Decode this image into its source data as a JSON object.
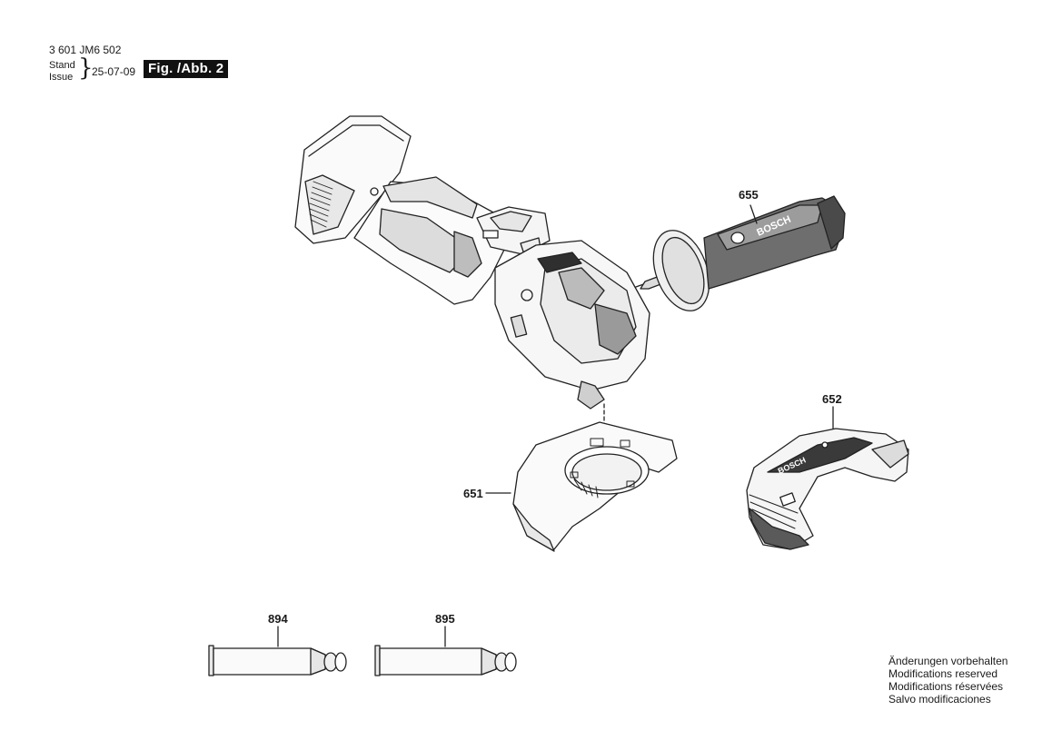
{
  "header": {
    "part_number": "3 601 JM6 502",
    "stand_label": "Stand",
    "issue_label": "Issue",
    "date": "25-07-09",
    "figure_label": "Fig. /Abb. 2"
  },
  "brand_text": "BOSCH",
  "callouts": {
    "p655": "655",
    "p652": "652",
    "p651": "651",
    "p894": "894",
    "p895": "895"
  },
  "notes": [
    "Änderungen vorbehalten",
    "Modifications reserved",
    "Modifications réservées",
    "Salvo modificaciones"
  ],
  "colors": {
    "ink": "#1a1a1a",
    "line": "#222222",
    "fill_dark": "#555555",
    "fill_light": "#f2f2f2"
  }
}
